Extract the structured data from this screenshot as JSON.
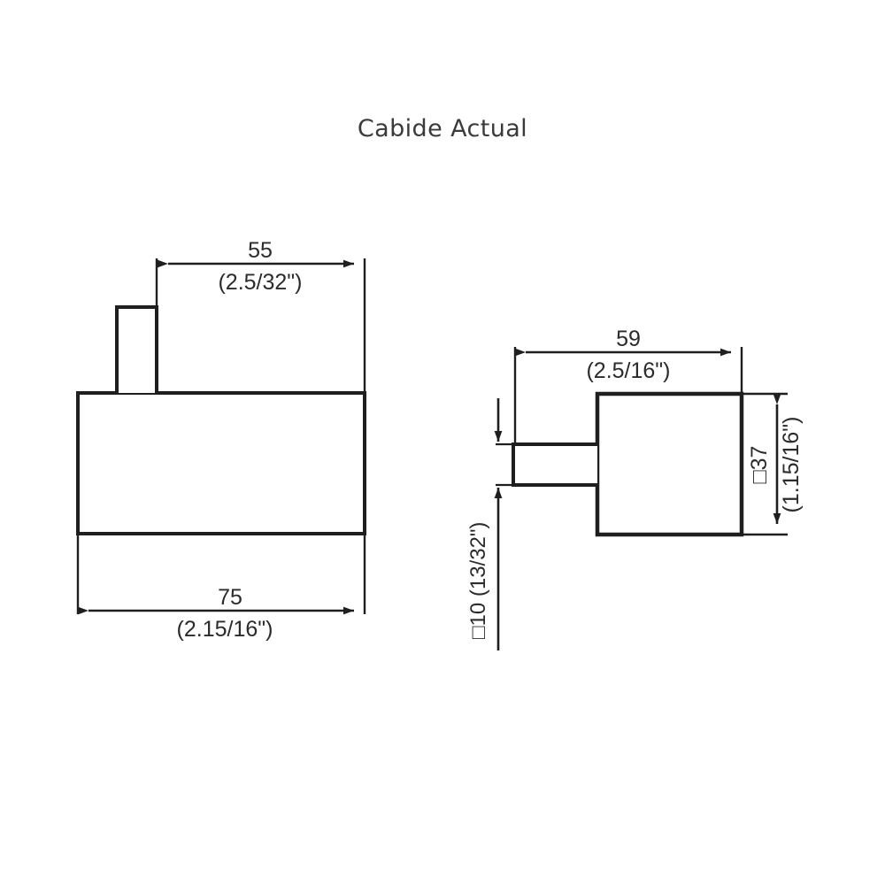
{
  "title": "Cabide Actual",
  "stroke_color": "#1f1f1f",
  "text_color": "#2b2b2b",
  "background_color": "#ffffff",
  "views": {
    "side_view": {
      "name": "side-elevation-view",
      "dimensions": {
        "width_mm": "55",
        "width_inch": "(2.5/32\")",
        "overall_width_mm": "75",
        "overall_width_inch": "(2.15/16\")"
      }
    },
    "front_view": {
      "name": "front-plan-view",
      "dimensions": {
        "depth_mm": "59",
        "depth_inch": "(2.5/16\")",
        "block_mm": "□37",
        "block_inch": "(1.15/16\")",
        "stem_mm": "□10 (13/32\")"
      }
    }
  },
  "chart_data": {
    "type": "table",
    "title": "Cabide Actual",
    "units": "mm (inch)",
    "labels": [
      {
        "id": "d55",
        "value_mm": 55,
        "label_mm": "55",
        "label_inch": "(2.5/32\")",
        "view": "side",
        "orientation": "horizontal"
      },
      {
        "id": "d75",
        "value_mm": 75,
        "label_mm": "75",
        "label_inch": "(2.15/16\")",
        "view": "side",
        "orientation": "horizontal"
      },
      {
        "id": "d59",
        "value_mm": 59,
        "label_mm": "59",
        "label_inch": "(2.5/16\")",
        "view": "front",
        "orientation": "horizontal"
      },
      {
        "id": "d37",
        "value_mm": 37,
        "label_mm": "□37",
        "label_inch": "(1.15/16\")",
        "view": "front",
        "orientation": "vertical"
      },
      {
        "id": "d10",
        "value_mm": 10,
        "label_mm": "□10",
        "label_inch": "(13/32\")",
        "view": "front",
        "orientation": "vertical"
      }
    ]
  }
}
